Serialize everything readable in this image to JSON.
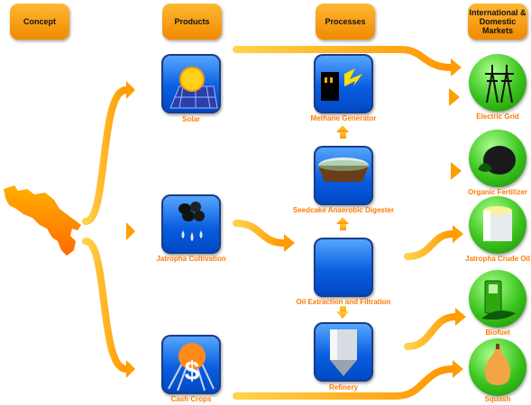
{
  "headers": {
    "concept": "Concept",
    "products": "Products",
    "processes": "Processes",
    "markets": "International & Domestic Markets"
  },
  "products": {
    "solar": "Solar",
    "jatropha": "Jatropha Cultivation",
    "cash_crops": "Cash Crops"
  },
  "processes": {
    "methane": "Methane Generator",
    "seedcake": "Seedcake Anaerobic Digester",
    "oil": "Oil Extraction and Filtration",
    "refinery": "Refinery"
  },
  "markets": {
    "grid": "Electric Grid",
    "fertilizer": "Organic Fertilizer",
    "crude_oil": "Jatropha Crude Oil",
    "biofuel": "Biofuel",
    "squash": "Squash"
  },
  "icons": {
    "concept": "costa-rica-map-icon",
    "solar": "solar-panel-icon",
    "jatropha": "jatropha-seeds-icon",
    "cash_crops": "dollar-field-icon",
    "methane": "methane-generator-icon",
    "seedcake": "digester-tank-icon",
    "oil": "oil-press-icon",
    "refinery": "refinery-silo-icon",
    "grid": "power-tower-icon",
    "fertilizer": "fertilizer-pile-icon",
    "crude_oil": "oil-barrel-icon",
    "biofuel": "fuel-pump-icon",
    "squash": "squash-icon"
  },
  "colors": {
    "header": "#f59a12",
    "label": "#ff7a00",
    "arrow": "#ffb000",
    "tile": "#0a5fe0",
    "market": "#39c21c"
  }
}
